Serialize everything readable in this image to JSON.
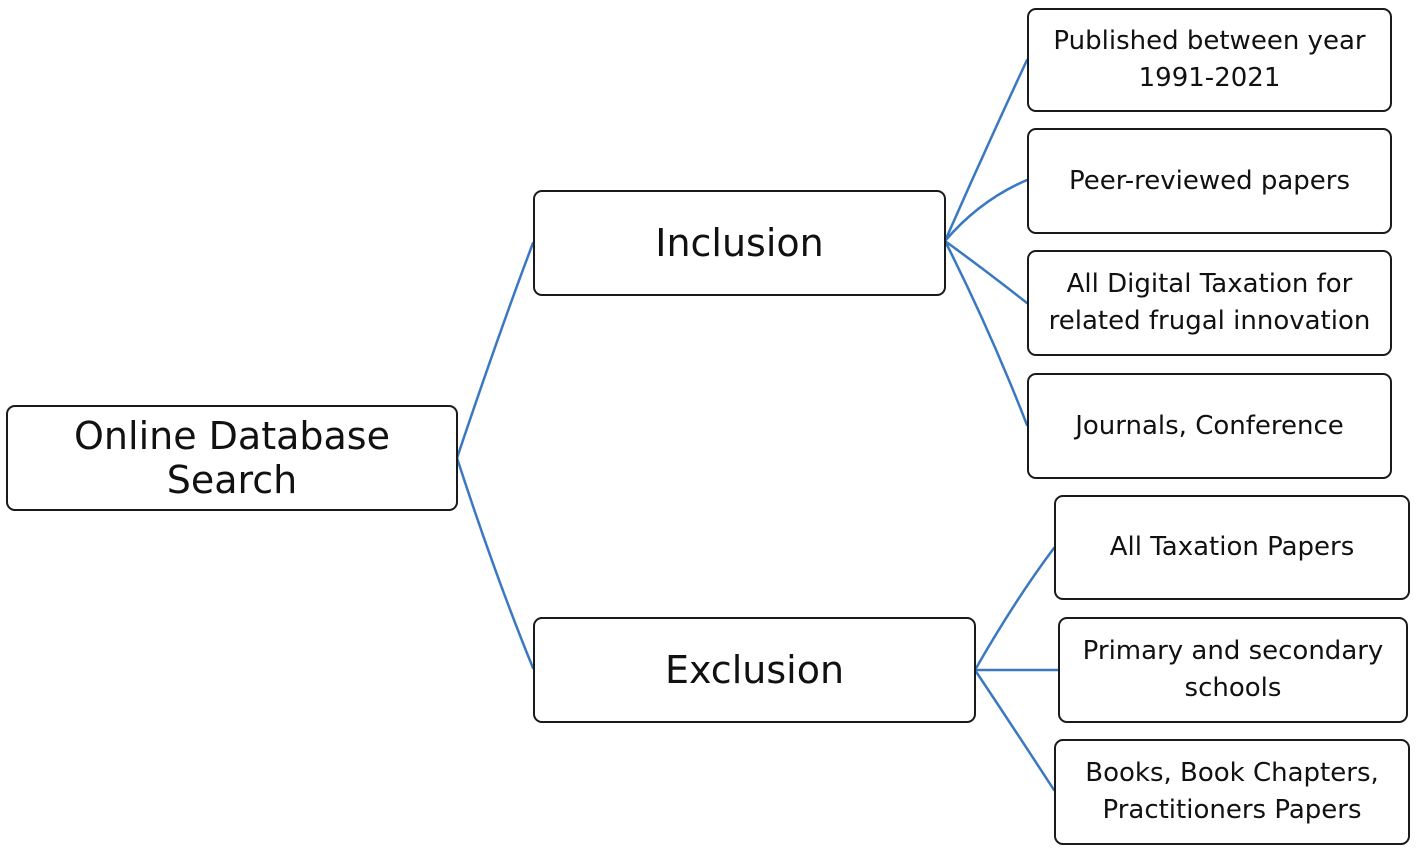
{
  "root": {
    "label": "Online Database Search"
  },
  "inclusion": {
    "label": "Inclusion",
    "items": [
      {
        "lines": [
          "Published between year",
          "1991-2021"
        ]
      },
      {
        "lines": [
          "Peer-reviewed  papers"
        ]
      },
      {
        "lines": [
          "All Digital Taxation for",
          "related frugal innovation"
        ]
      },
      {
        "lines": [
          "Journals, Conference"
        ]
      }
    ]
  },
  "exclusion": {
    "label": "Exclusion",
    "items": [
      {
        "lines": [
          "All Taxation Papers"
        ]
      },
      {
        "lines": [
          "Primary and secondary",
          "schools"
        ]
      },
      {
        "lines": [
          "Books, Book Chapters,",
          "Practitioners Papers"
        ]
      }
    ]
  },
  "colors": {
    "connector": "#3a78c2",
    "box_border": "#1a1a1a",
    "text": "#111111"
  }
}
